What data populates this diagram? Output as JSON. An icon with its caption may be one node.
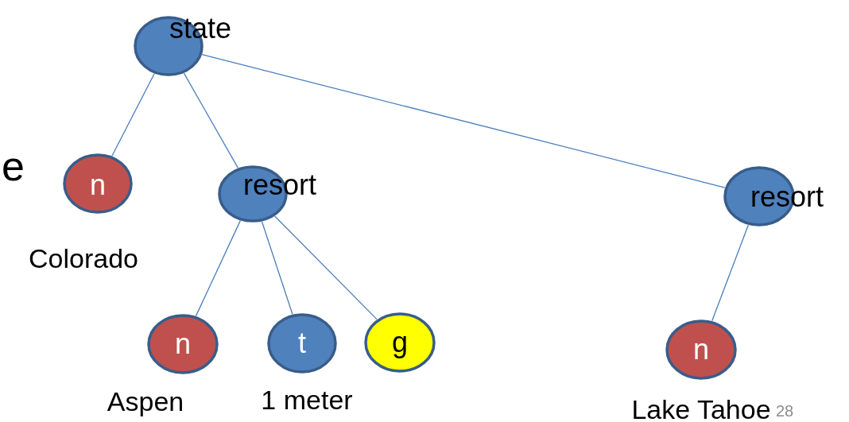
{
  "diagram": {
    "nodes": [
      {
        "text": [
          "state"
        ]
      },
      {
        "text": [
          "n"
        ],
        "beside": [
          "Colorado"
        ]
      },
      {
        "text": [
          "resort"
        ]
      },
      {
        "text": [
          "resort"
        ]
      },
      {
        "text": [
          "n"
        ],
        "beside": [
          "Aspen"
        ]
      },
      {
        "text": [
          "t"
        ],
        "beside": [
          "1 meter"
        ]
      },
      {
        "text": [
          "g"
        ]
      },
      {
        "text": [
          "n"
        ],
        "beside": [
          "Lake Tahoe"
        ]
      }
    ],
    "edges": [
      {
        "from": 0,
        "to": 1,
        "arrow": "none"
      },
      {
        "from": 0,
        "to": 2,
        "arrow": "none"
      },
      {
        "from": 0,
        "to": 3,
        "arrow": "none"
      },
      {
        "from": 2,
        "to": 4,
        "arrow": "none"
      },
      {
        "from": 2,
        "to": 5,
        "arrow": "none"
      },
      {
        "from": 2,
        "to": 6,
        "arrow": "none"
      },
      {
        "from": 3,
        "to": 7,
        "arrow": "none"
      }
    ],
    "labels": [
      "e",
      "28"
    ]
  }
}
